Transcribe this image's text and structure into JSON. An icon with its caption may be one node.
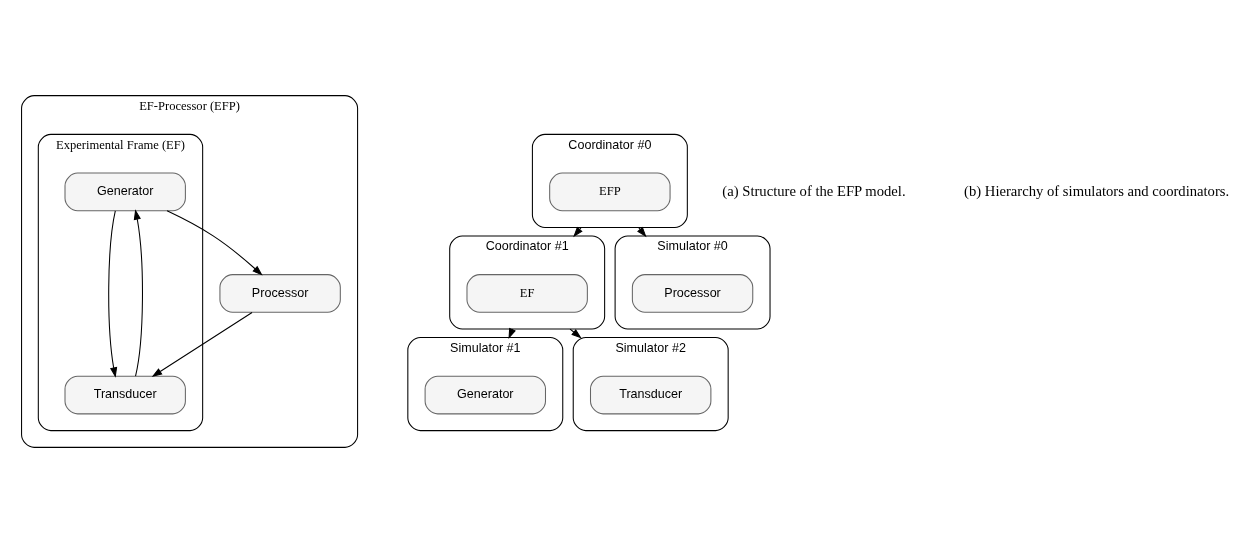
{
  "diagram": {
    "nodes": [
      {
        "text": [
          "EF-Processor (EFP)"
        ]
      },
      {
        "text": [
          "Experimental Frame (EF)"
        ],
        "in": 0
      },
      {
        "text": [
          "Generator"
        ],
        "in": 1
      },
      {
        "text": [
          "Transducer"
        ],
        "in": 1
      },
      {
        "text": [
          "Processor"
        ],
        "in": 0
      },
      {
        "text": [
          "Coordinator #0"
        ]
      },
      {
        "text": [
          "EFP"
        ],
        "in": 5
      },
      {
        "text": [
          "Coordinator #1"
        ]
      },
      {
        "text": [
          "EF"
        ],
        "in": 7
      },
      {
        "text": [
          "Simulator #0"
        ]
      },
      {
        "text": [
          "Processor"
        ],
        "in": 9
      },
      {
        "text": [
          "Simulator #1"
        ]
      },
      {
        "text": [
          "Generator"
        ],
        "in": 11
      },
      {
        "text": [
          "Simulator #2"
        ]
      },
      {
        "text": [
          "Transducer"
        ],
        "in": 13
      }
    ],
    "edges": [
      {
        "from": 2,
        "to": 4,
        "arrow": "to"
      },
      {
        "from": 2,
        "to": 3,
        "arrow": "to"
      },
      {
        "from": 3,
        "to": 2,
        "arrow": "to"
      },
      {
        "from": 4,
        "to": 3,
        "arrow": "to"
      },
      {
        "from": 5,
        "to": 7,
        "arrow": "to"
      },
      {
        "from": 5,
        "to": 9,
        "arrow": "to"
      },
      {
        "from": 7,
        "to": 11,
        "arrow": "to"
      },
      {
        "from": 7,
        "to": 13,
        "arrow": "to"
      }
    ],
    "labels": [
      "(a) Structure of the EFP model.",
      "(b) Hierarchy of simulators and coordinators."
    ]
  }
}
